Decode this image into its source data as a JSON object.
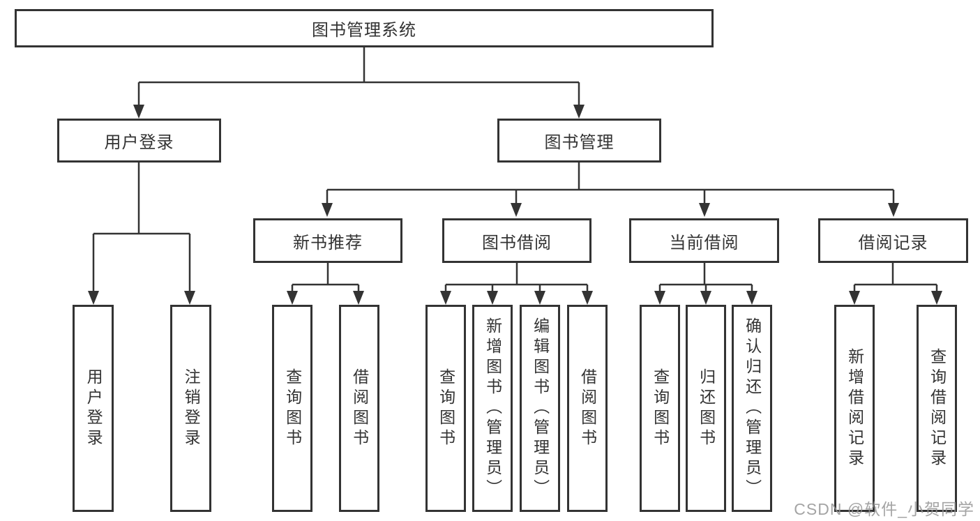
{
  "tree": {
    "label": "图书管理系统",
    "children": [
      {
        "label": "用户登录",
        "children": [
          {
            "label": "用户登录"
          },
          {
            "label": "注销登录"
          }
        ]
      },
      {
        "label": "图书管理",
        "children": [
          {
            "label": "新书推荐",
            "children": [
              {
                "label": "查询图书"
              },
              {
                "label": "借阅图书"
              }
            ]
          },
          {
            "label": "图书借阅",
            "children": [
              {
                "label": "查询图书"
              },
              {
                "label": "新增图书（管理员）"
              },
              {
                "label": "编辑图书（管理员）"
              },
              {
                "label": "借阅图书"
              }
            ]
          },
          {
            "label": "当前借阅",
            "children": [
              {
                "label": "查询图书"
              },
              {
                "label": "归还图书"
              },
              {
                "label": "确认归还（管理员）"
              }
            ]
          },
          {
            "label": "借阅记录",
            "children": [
              {
                "label": "新增借阅记录"
              },
              {
                "label": "查询借阅记录"
              }
            ]
          }
        ]
      }
    ]
  },
  "watermark": {
    "text": "CSDN @软件_小贺同学"
  },
  "colors": {
    "line": "#333333",
    "border": "#333333",
    "watermark": "#949494",
    "background": "#ffffff"
  }
}
